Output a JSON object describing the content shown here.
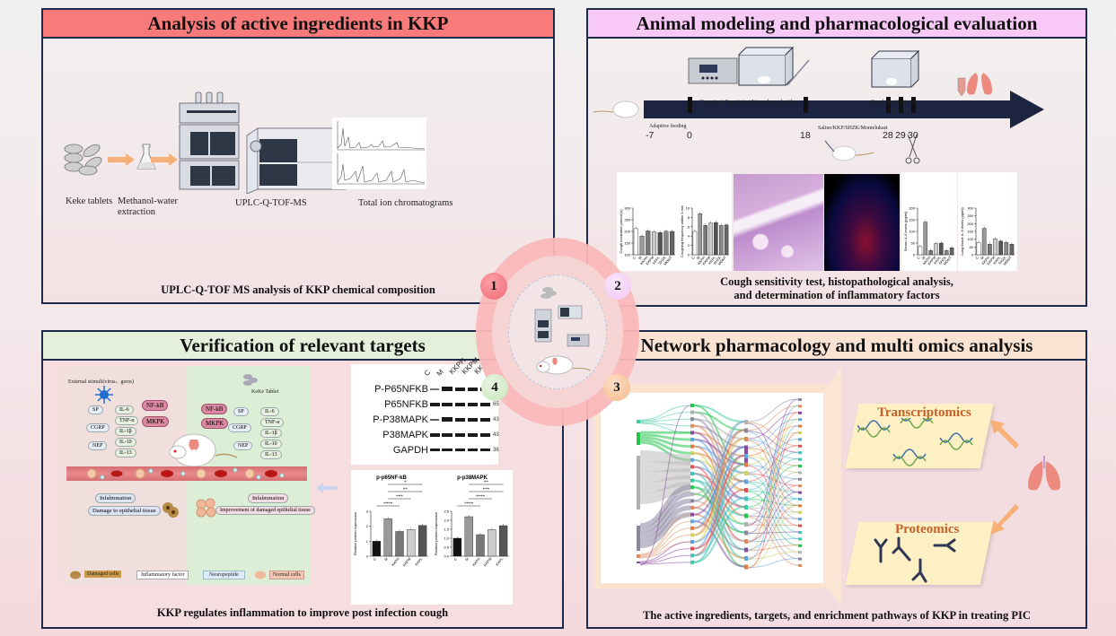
{
  "panel1": {
    "title": "Analysis of active ingredients in KKP",
    "steps": [
      "Keke tablets",
      "Methanol-water extraction",
      "UPLC-Q-TOF-MS",
      "Total ion chromatograms"
    ],
    "caption": "UPLC-Q-TOF MS analysis of KKP chemical composition",
    "icons": [
      "tablets-icon",
      "flask-icon",
      "uplc-instrument-icon",
      "mass-spectrometer-icon",
      "chromatogram-icon"
    ]
  },
  "panel2": {
    "title": "Animal modeling and pharmacological evaluation",
    "timeline": {
      "ticks": [
        "-7",
        "0",
        "18",
        "28",
        "29",
        "30"
      ],
      "label_adaptive": "Adaptive feeding",
      "label_modeling": "Cigarette + Capsaicin + Lipopolysaccharides",
      "label_treatment": "Saline/KKP/SHZK/Montelukast",
      "label_test": "Cough sensitivity test"
    },
    "caption_line1": "Cough sensitivity test, histopathological analysis,",
    "caption_line2": "and determination of inflammatory factors"
  },
  "panel3": {
    "title": "Network pharmacology and multi omics analysis",
    "omics": [
      "Transcriptomics",
      "Proteomics"
    ],
    "caption": "The active ingredients, targets, and enrichment pathways of KKP in treating PIC"
  },
  "panel4": {
    "title": "Verification of relevant targets",
    "left_stimulus": "External stimuli(virus、germ)",
    "right_stimulus": "KeKe Tablet",
    "pathway_nodes": [
      "NF-kB",
      "MKPK"
    ],
    "neuropeptides": [
      "SP",
      "CGRP",
      "NEP"
    ],
    "factors": [
      "IL-6",
      "TNF-α",
      "IL-1β",
      "IL-10",
      "IL-13"
    ],
    "left_outcomes": [
      "Infalmmation",
      "Damage to epithelial tissue"
    ],
    "right_outcomes": [
      "Infalmmation",
      "Improvement of damaged epithelial tissue"
    ],
    "legend": [
      "Damaged cells",
      "Inflammatory factor",
      "Neuropeptide",
      "Normal cells"
    ],
    "western_blot": {
      "lanes": [
        "C",
        "M",
        "KKPH",
        "KKPM",
        "KKPL"
      ],
      "rows": [
        {
          "name": "P-P65NFKB",
          "kd": ""
        },
        {
          "name": "P65NFKB",
          "kd": "65"
        },
        {
          "name": "P-P38MAPK",
          "kd": "43"
        },
        {
          "name": "P38MAPK",
          "kd": "43"
        },
        {
          "name": "GAPDH",
          "kd": "36"
        }
      ]
    },
    "caption": "KKP regulates inflammation to improve post infection cough"
  },
  "center": {
    "badges": [
      "1",
      "2",
      "3",
      "4"
    ],
    "badge_colors": [
      "#f77e86",
      "#f4d4f6",
      "#f7c8a6",
      "#d4ecc8"
    ]
  },
  "chart_data": [
    {
      "type": "bar",
      "title": "p-p65NF-kB",
      "categories": [
        "C",
        "M",
        "KKPH",
        "KKPM",
        "KKPL"
      ],
      "values": [
        1.0,
        2.5,
        1.65,
        1.78,
        2.05
      ],
      "ylabel": "Relative protein expression",
      "ylim": [
        0,
        3
      ],
      "yticks": [
        "0",
        "1",
        "2",
        "3"
      ],
      "colors": [
        "#111111",
        "#999999",
        "#777777",
        "#cccccc",
        "#555555"
      ],
      "significance": [
        "****",
        "***",
        "**",
        "*"
      ]
    },
    {
      "type": "bar",
      "title": "p-p38MAPK",
      "categories": [
        "C",
        "M",
        "KKPH",
        "KKPM",
        "KKPL"
      ],
      "values": [
        1.0,
        2.2,
        1.2,
        1.48,
        1.7
      ],
      "ylabel": "Relative protein expression",
      "ylim": [
        0,
        2.5
      ],
      "yticks": [
        "0.0",
        "0.5",
        "1.0",
        "1.5",
        "2.0",
        "2.5"
      ],
      "colors": [
        "#111111",
        "#999999",
        "#777777",
        "#cccccc",
        "#555555"
      ],
      "significance": [
        "****",
        "****",
        "***",
        "**"
      ]
    },
    {
      "type": "bar",
      "title": "",
      "categories": [
        "C",
        "M",
        "KKPH",
        "KKPM",
        "KKPL",
        "SHZK",
        "MONT"
      ],
      "values": [
        212,
        180,
        202,
        198,
        195,
        201,
        200
      ],
      "ylabel": "Cough incubation period (s)",
      "ylim": [
        100,
        300
      ],
      "yticks": [
        "100",
        "150",
        "200",
        "250",
        "300"
      ],
      "colors": [
        "#ffffff",
        "#999999",
        "#777777",
        "#cccccc",
        "#555555",
        "#888888",
        "#666666"
      ]
    },
    {
      "type": "bar",
      "title": "",
      "categories": [
        "C",
        "M",
        "KKPH",
        "KKPM",
        "KKPL",
        "SHZK",
        "MONT"
      ],
      "values": [
        5,
        8.8,
        6.3,
        6.8,
        6.9,
        6.3,
        6.4
      ],
      "ylabel": "Coughing frequency within 3 min",
      "ylim": [
        0,
        10
      ],
      "yticks": [
        "0",
        "2",
        "4",
        "6",
        "8",
        "10"
      ],
      "colors": [
        "#ffffff",
        "#999999",
        "#777777",
        "#cccccc",
        "#555555",
        "#888888",
        "#666666"
      ]
    },
    {
      "type": "bar",
      "title": "",
      "categories": [
        "C",
        "M",
        "KKPH",
        "KKPM",
        "KKPL",
        "SHZK",
        "MONT"
      ],
      "values": [
        35,
        140,
        18,
        48,
        50,
        18,
        30
      ],
      "ylabel": "Serum IL-6 levels (pg/ml)",
      "ylim": [
        0,
        200
      ],
      "yticks": [
        "0",
        "50",
        "100",
        "150",
        "200"
      ],
      "colors": [
        "#ffffff",
        "#999999",
        "#777777",
        "#cccccc",
        "#555555",
        "#888888",
        "#666666"
      ]
    },
    {
      "type": "bar",
      "title": "",
      "categories": [
        "C",
        "M",
        "KKPH",
        "KKPM",
        "KKPL",
        "SHZK",
        "MONT"
      ],
      "values": [
        78,
        170,
        68,
        102,
        88,
        80,
        68
      ],
      "ylabel": "Lung tissue IL-6 levels (pg/ml)",
      "ylim": [
        0,
        300
      ],
      "yticks": [
        "0",
        "50",
        "100",
        "150",
        "200",
        "250",
        "300"
      ],
      "colors": [
        "#ffffff",
        "#999999",
        "#777777",
        "#cccccc",
        "#555555",
        "#888888",
        "#666666"
      ]
    }
  ]
}
